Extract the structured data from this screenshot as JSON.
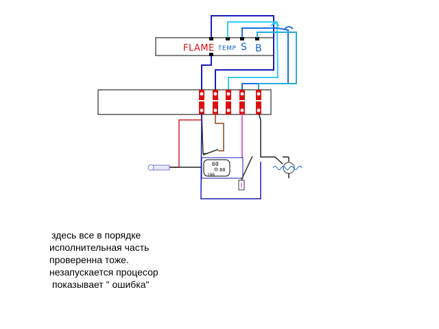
{
  "panel": {
    "flame_label": "FLAME",
    "temp_label": "TEMP",
    "s_label": "S",
    "b_label": "B"
  },
  "dial": {
    "value_top": "60",
    "value_right": "80",
    "value_bottom": "100"
  },
  "note": {
    "lines": [
      "здесь все в порядке",
      "исполнительная часть",
      "проверенна тоже.",
      "незапускается процесор",
      "показывает \" ошибка\""
    ]
  },
  "colors": {
    "dark_blue": "#1a1ab8",
    "blue": "#1a6ee0",
    "cyan": "#33ccee",
    "red": "#dd1010",
    "brown": "#8b4513",
    "magenta": "#cc33cc",
    "flame_text": "#e01010",
    "panel_text": "#1060d0"
  }
}
